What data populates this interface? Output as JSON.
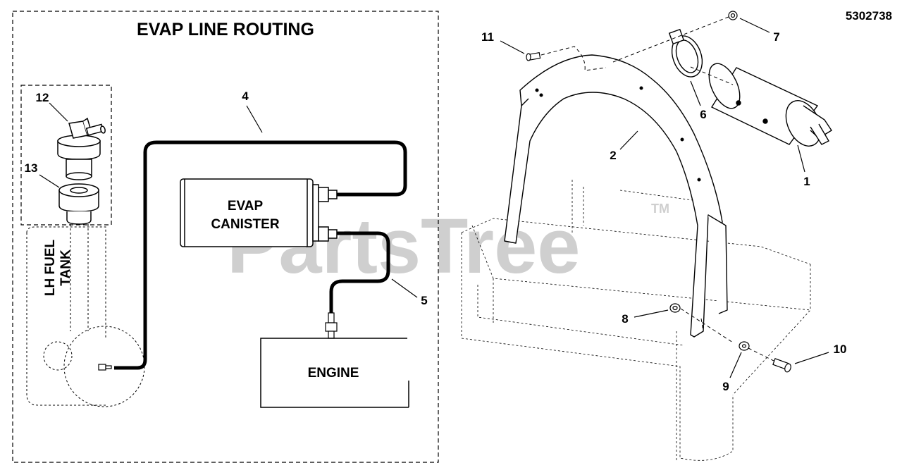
{
  "diagram_id": "5302738",
  "routing_title": "EVAP LINE ROUTING",
  "watermark": "PartsTree",
  "watermark_tm": "TM",
  "boxes": {
    "canister_line1": "EVAP",
    "canister_line2": "CANISTER",
    "engine": "ENGINE",
    "tank_line1": "LH FUEL",
    "tank_line2": "TANK"
  },
  "callouts": {
    "c1": "1",
    "c2": "2",
    "c4": "4",
    "c5": "5",
    "c6": "6",
    "c7": "7",
    "c8": "8",
    "c9": "9",
    "c10": "10",
    "c11": "11",
    "c12": "12",
    "c13": "13"
  }
}
